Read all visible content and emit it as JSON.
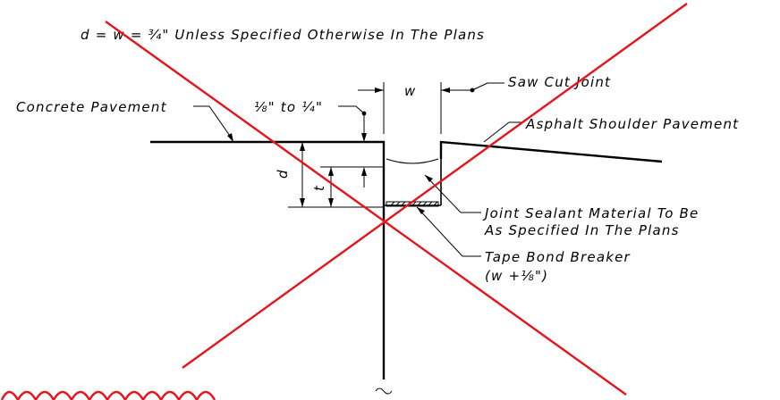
{
  "notes": {
    "dimension_note": "d = w = ¾\" Unless Specified Otherwise In The Plans"
  },
  "labels": {
    "saw_cut_joint": "Saw Cut Joint",
    "concrete_pavement": "Concrete Pavement",
    "asphalt_shoulder": "Asphalt Shoulder Pavement",
    "gap_range": "⅛\" to ¼\"",
    "joint_sealant_line1": "Joint Sealant Material To Be",
    "joint_sealant_line2": "As Specified In The Plans",
    "tape_bond_line1": "Tape Bond Breaker",
    "tape_bond_line2": "(w +⅛\")"
  },
  "dimensions": {
    "w": "w",
    "d": "d",
    "t": "t"
  },
  "colors": {
    "linework": "#000000",
    "markup_red": "#e8141b",
    "background": "#ffffff"
  }
}
